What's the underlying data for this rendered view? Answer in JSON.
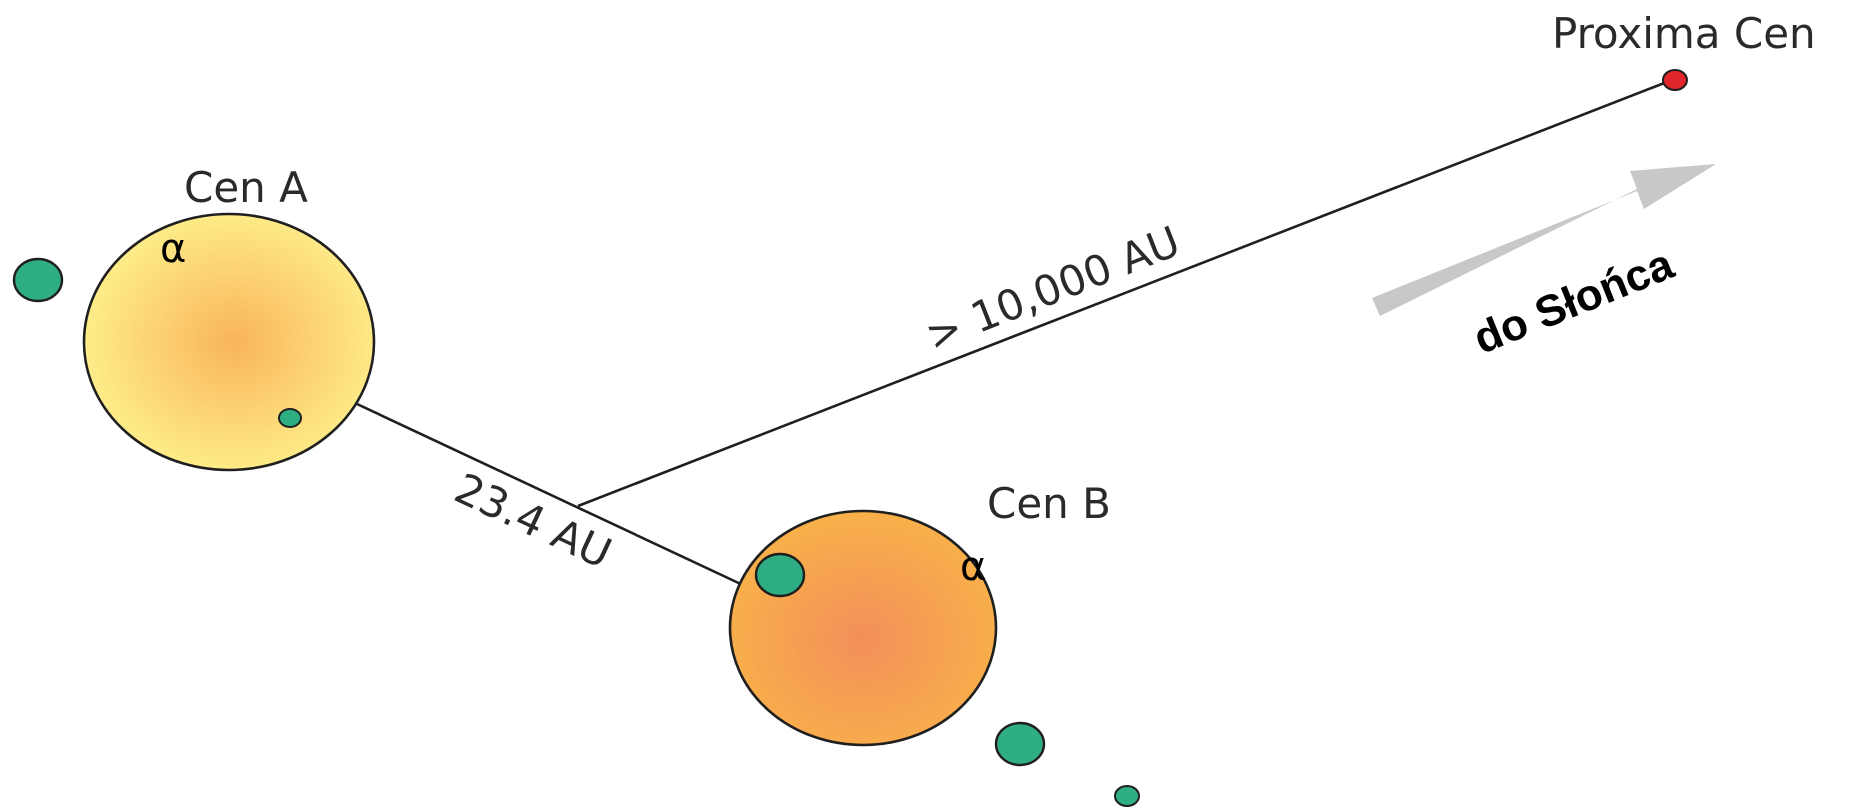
{
  "diagram": {
    "stars": {
      "cen_a": {
        "label": "Cen A",
        "marker": "α"
      },
      "cen_b": {
        "label": "Cen B",
        "marker": "α"
      },
      "proxima": {
        "label": "Proxima Cen"
      }
    },
    "distances": {
      "ab": "23.4 AU",
      "proxima": "> 10,000 AU"
    },
    "direction": {
      "label": "do Słońca"
    },
    "colors": {
      "cen_a_center": "#f9b45a",
      "cen_a_edge": "#fef08c",
      "cen_b_center": "#f28f5a",
      "cen_b_edge": "#f9b14a",
      "planet": "#2fae84",
      "proxima": "#e0262b",
      "arrow": "#c8c8c8",
      "outline": "#1f1f1f"
    }
  }
}
